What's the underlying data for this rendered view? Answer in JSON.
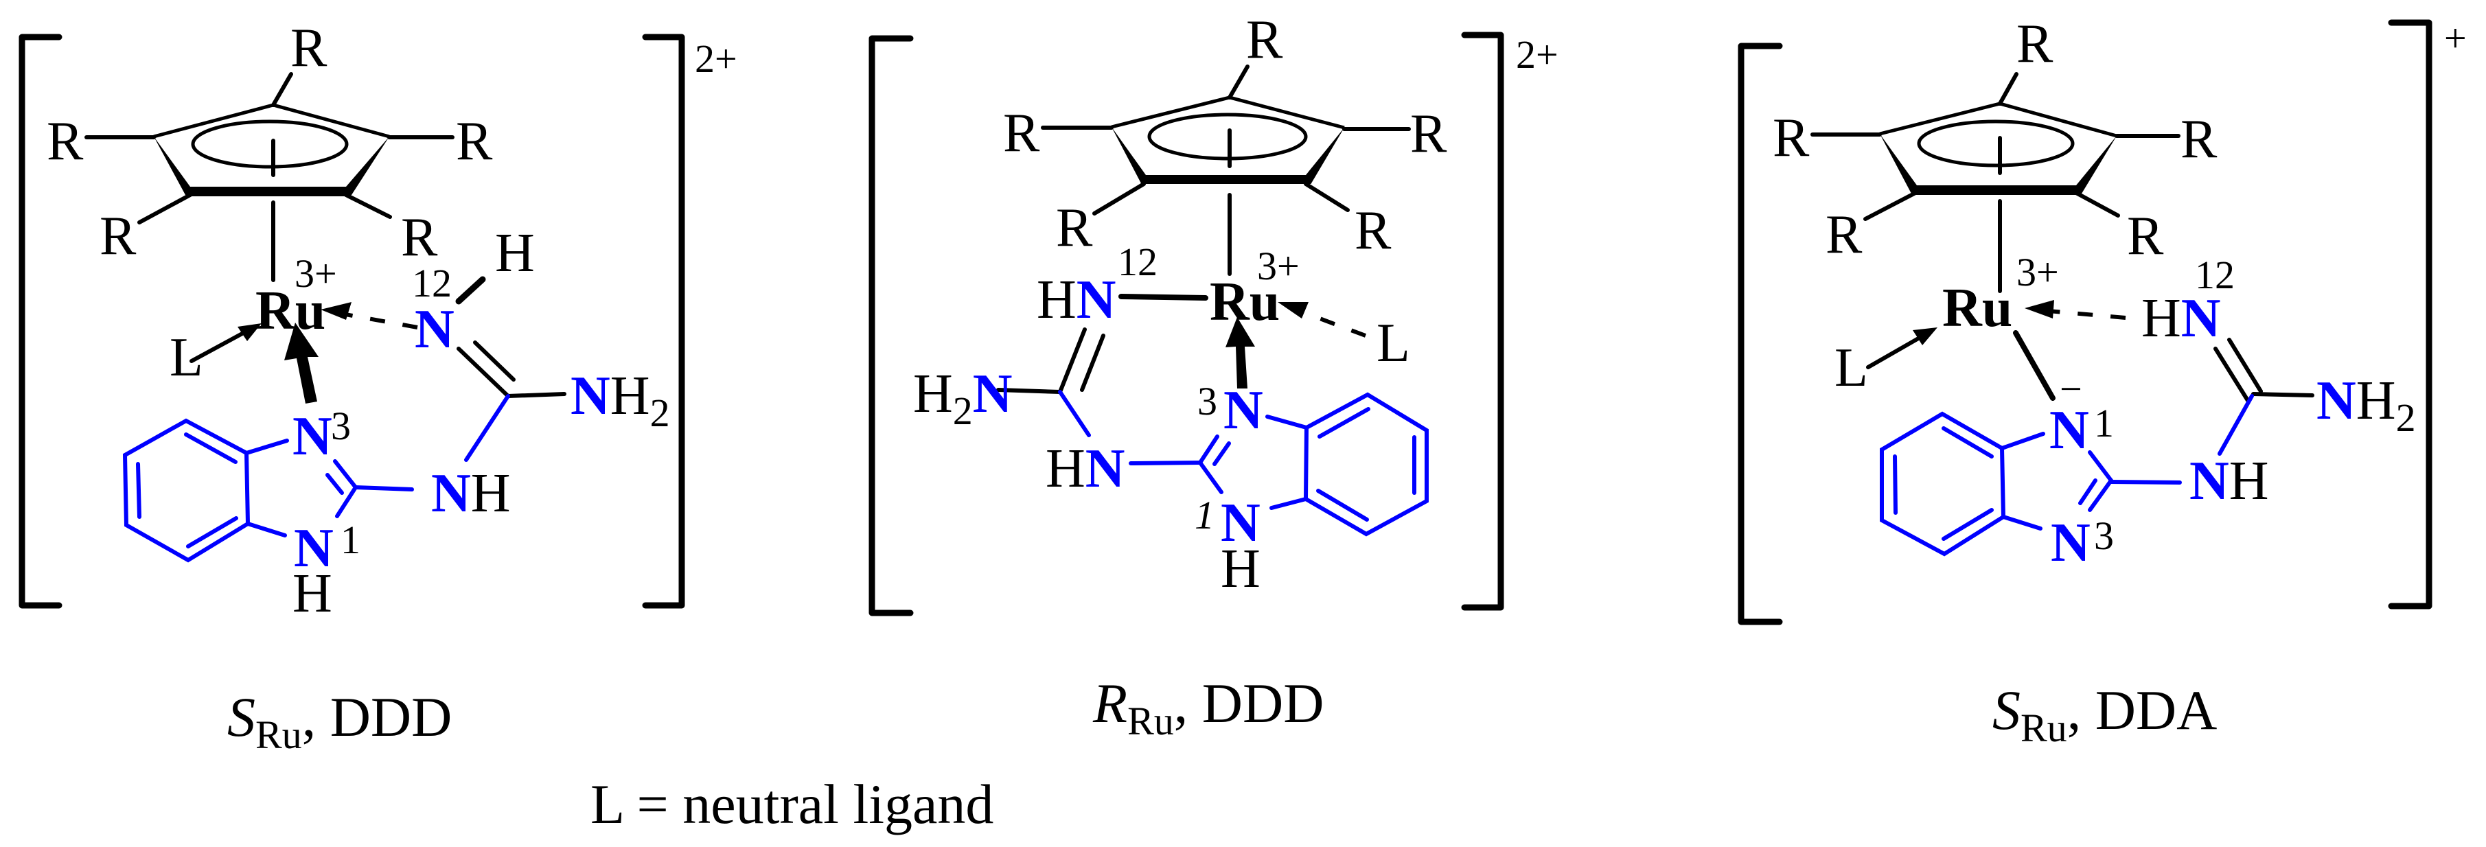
{
  "figure": {
    "colors": {
      "ink": "#000000",
      "ligand": "#0000ff",
      "background": "#ffffff"
    },
    "legend": "L = neutral ligand",
    "structures": [
      {
        "id": "s1",
        "label_stereo": "S",
        "label_sub": "Ru",
        "label_rest": ", DDD",
        "charge": "2+",
        "metal": "Ru",
        "metal_charge": "3+",
        "ligand_L": "L",
        "substituent": "R",
        "atoms": {
          "n12": "N",
          "n12_num": "12",
          "n12_h": "H",
          "nh2_n": "N",
          "nh2_h": "H",
          "nh2_sub": "2",
          "nh_n": "N",
          "nh_h": "H",
          "n3": "N",
          "n3_num": "3",
          "n1": "N",
          "n1_num": "1",
          "n1_h": "H"
        }
      },
      {
        "id": "s2",
        "label_stereo": "R",
        "label_sub": "Ru",
        "label_rest": ", DDD",
        "charge": "2+",
        "metal": "Ru",
        "metal_charge": "3+",
        "ligand_L": "L",
        "substituent": "R",
        "atoms": {
          "n12_h": "H",
          "n12": "N",
          "n12_num": "12",
          "nh2_h": "H",
          "nh2_sub": "2",
          "nh2_n": "N",
          "nh_h": "H",
          "nh_n": "N",
          "n3_num": "3",
          "n3": "N",
          "n1_num": "1",
          "n1": "N",
          "n1_h": "H"
        }
      },
      {
        "id": "s3",
        "label_stereo": "S",
        "label_sub": "Ru",
        "label_rest": ", DDA",
        "charge": "+",
        "metal": "Ru",
        "metal_charge": "3+",
        "ligand_L": "L",
        "substituent": "R",
        "atoms": {
          "n12_h": "H",
          "n12": "N",
          "n12_num": "12",
          "nh2_n": "N",
          "nh2_h": "H",
          "nh2_sub": "2",
          "nh_n": "N",
          "nh_h": "H",
          "n1": "N",
          "n1_num": "1",
          "n1_charge": "−",
          "n3": "N",
          "n3_num": "3"
        }
      }
    ]
  }
}
